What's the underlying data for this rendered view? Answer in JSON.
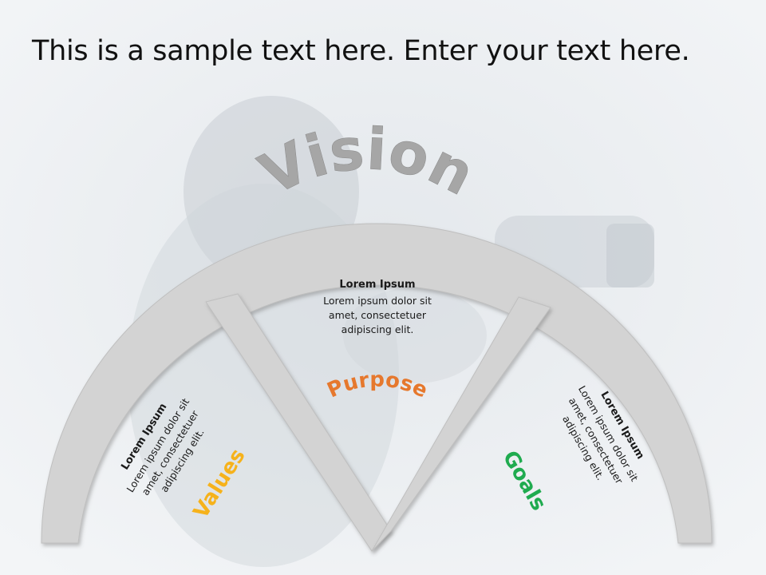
{
  "slide": {
    "title": "This is a sample text here. Enter your text here."
  },
  "diagram": {
    "arc_heading": "Vision",
    "segments": [
      {
        "key": "values",
        "label": "Values",
        "color": "#f6b21b",
        "heading": "Lorem Ipsum",
        "body": "Lorem ipsum dolor sit amet, consectetuer adipiscing elit."
      },
      {
        "key": "purpose",
        "label": "Purpose",
        "color": "#e6782d",
        "heading": "Lorem Ipsum",
        "body": "Lorem ipsum dolor sit amet, consectetuer adipiscing elit."
      },
      {
        "key": "goals",
        "label": "Goals",
        "color": "#1fab4f",
        "heading": "Lorem Ipsum",
        "body": "Lorem ipsum dolor sit amet, consectetuer adipiscing elit."
      }
    ]
  }
}
